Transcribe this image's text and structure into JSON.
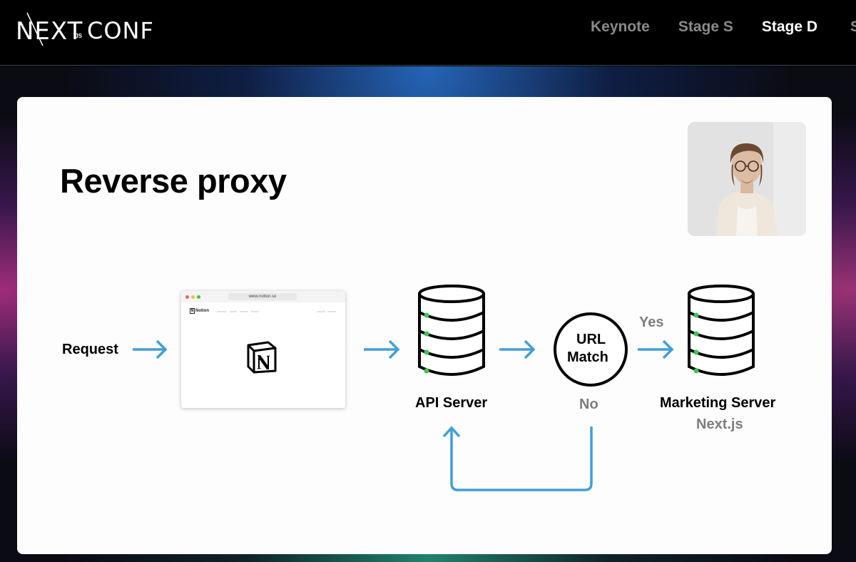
{
  "header": {
    "logo_next": "NEXT",
    "logo_js": ".JS",
    "logo_conf": "CONF",
    "nav": [
      {
        "label": "Keynote",
        "active": false
      },
      {
        "label": "Stage S",
        "active": false
      },
      {
        "label": "Stage D",
        "active": true
      }
    ],
    "nav_clipped": "S"
  },
  "slide": {
    "title": "Reverse proxy",
    "browser": {
      "url": "www.notion.so",
      "brand": "Notion",
      "logo_letter": "N"
    },
    "diagram": {
      "request": "Request",
      "api_server": "API Server",
      "url_match_line1": "URL",
      "url_match_line2": "Match",
      "yes": "Yes",
      "no": "No",
      "marketing_server": "Marketing Server",
      "marketing_sub": "Next.js"
    }
  },
  "colors": {
    "arrow": "#3f9fdb",
    "db_dot": "#36c94f",
    "stroke": "#000000"
  },
  "icons": {
    "api_server": "database-icon",
    "marketing_server": "database-icon",
    "notion": "notion-logo-icon"
  }
}
